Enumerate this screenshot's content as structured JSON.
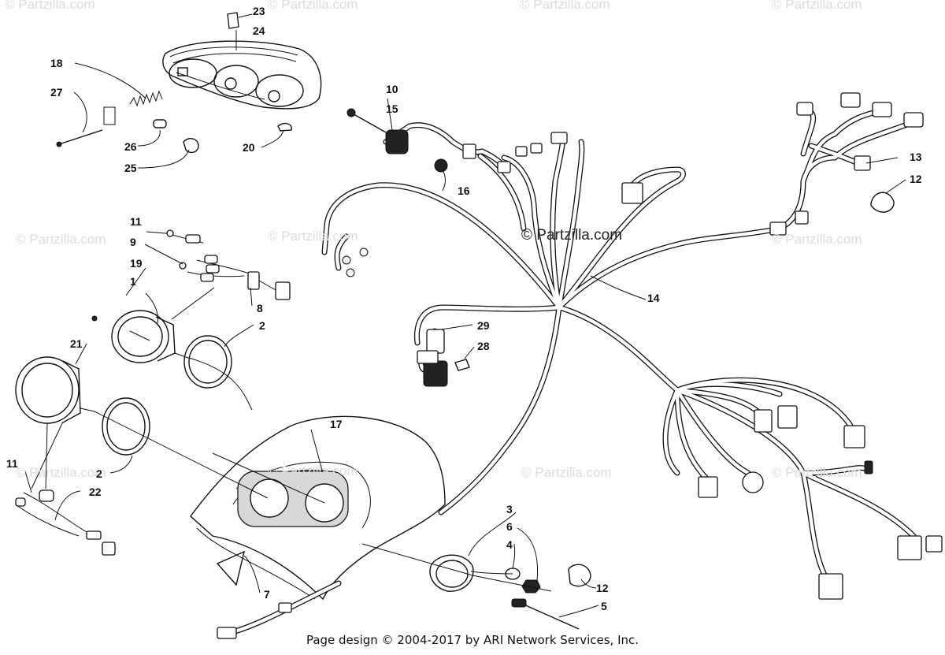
{
  "watermarks": {
    "text": "© Partzilla.com",
    "main": "© Partzilla.com"
  },
  "callouts": [
    "23",
    "24",
    "18",
    "27",
    "26",
    "25",
    "20",
    "10",
    "15",
    "16",
    "13",
    "12",
    "11",
    "9",
    "19",
    "1",
    "8",
    "2",
    "21",
    "14",
    "29",
    "28",
    "17",
    "11",
    "22",
    "2",
    "7",
    "3",
    "6",
    "4",
    "12",
    "5"
  ],
  "footer": "Page design © 2004-2017 by ARI Network Services, Inc."
}
